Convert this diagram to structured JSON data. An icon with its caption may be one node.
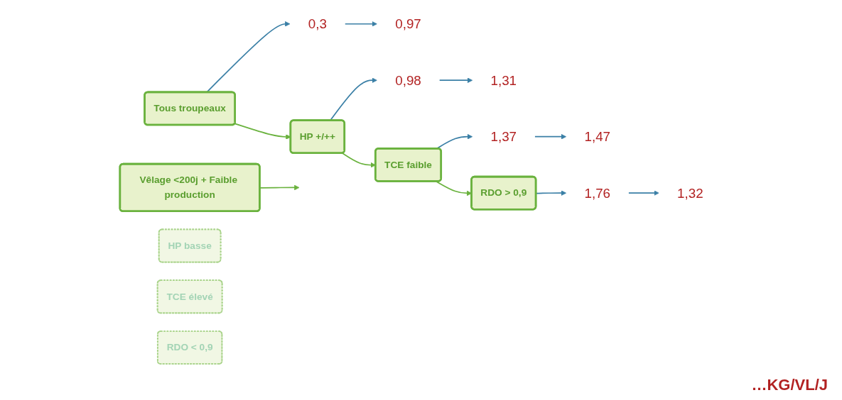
{
  "diagram": {
    "nodes": [
      {
        "text": [
          "Vêlage <200j + Faible production"
        ]
      },
      {
        "text": [
          "Tous troupeaux"
        ]
      },
      {
        "text": [
          "HP +/++"
        ]
      },
      {
        "text": [
          "HP basse"
        ]
      },
      {
        "text": [
          "TCE faible"
        ]
      },
      {
        "text": [
          "TCE élevé"
        ]
      },
      {
        "text": [
          "RDO > 0,9"
        ]
      },
      {
        "text": [
          "RDO < 0,9"
        ]
      },
      {
        "text": [
          "0,3"
        ]
      },
      {
        "text": [
          "0,97"
        ]
      },
      {
        "text": [
          "0,98"
        ]
      },
      {
        "text": [
          "1,31"
        ]
      },
      {
        "text": [
          "1,37"
        ]
      },
      {
        "text": [
          "1,47"
        ]
      },
      {
        "text": [
          "1,76"
        ]
      },
      {
        "text": [
          "1,32"
        ]
      }
    ],
    "edges": [
      {
        "from": 0,
        "to": null,
        "arrow": "to",
        "color": "#6ab23e"
      },
      {
        "from": 1,
        "to": 8,
        "arrow": "to"
      },
      {
        "from": 8,
        "to": 9,
        "arrow": "to"
      },
      {
        "from": 1,
        "to": 2,
        "arrow": "to",
        "color": "#6ab23e"
      },
      {
        "from": 2,
        "to": 10,
        "arrow": "to"
      },
      {
        "from": 10,
        "to": 11,
        "arrow": "to"
      },
      {
        "from": 2,
        "to": 4,
        "arrow": "to",
        "color": "#6ab23e"
      },
      {
        "from": 4,
        "to": 12,
        "arrow": "to"
      },
      {
        "from": 12,
        "to": 13,
        "arrow": "to"
      },
      {
        "from": 4,
        "to": 6,
        "arrow": "to",
        "color": "#6ab23e"
      },
      {
        "from": 6,
        "to": 14,
        "arrow": "to"
      },
      {
        "from": 14,
        "to": 15,
        "arrow": "to"
      }
    ],
    "labels": [
      "…KG/VL/J"
    ]
  }
}
